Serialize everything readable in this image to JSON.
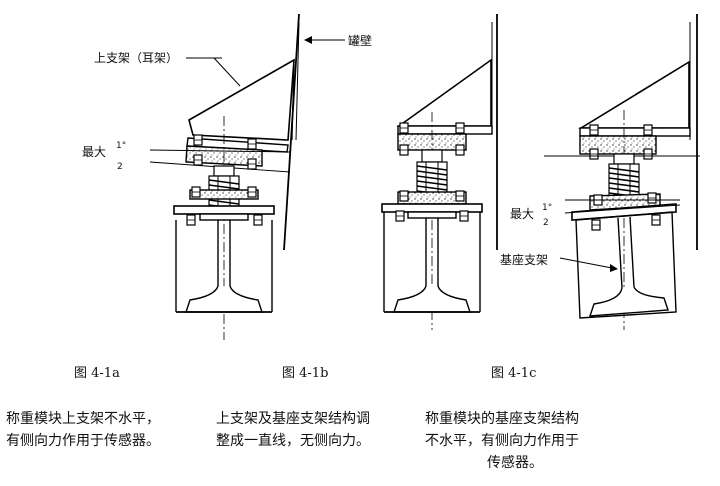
{
  "labels": {
    "upper_bracket": "上支架（耳架）",
    "tank_wall": "罐壁",
    "max_a": "最大",
    "max_a_frac_top": "1°",
    "max_a_frac_bottom": "2",
    "max_c": "最大",
    "max_c_frac_top": "1°",
    "max_c_frac_bottom": "2",
    "base_bracket": "基座支架"
  },
  "figures": [
    {
      "id": "4-1a",
      "title": "图 4-1a",
      "caption": [
        "称重模块上支架不水平，",
        "有侧向力作用于传感器。"
      ]
    },
    {
      "id": "4-1b",
      "title": "图 4-1b",
      "caption": [
        "上支架及基座支架结构调",
        "整成一直线，无侧向力。"
      ]
    },
    {
      "id": "4-1c",
      "title": "图 4-1c",
      "caption": [
        "称重模块的基座支架结构",
        "不水平，有侧向力作用于",
        "传感器。"
      ]
    }
  ]
}
